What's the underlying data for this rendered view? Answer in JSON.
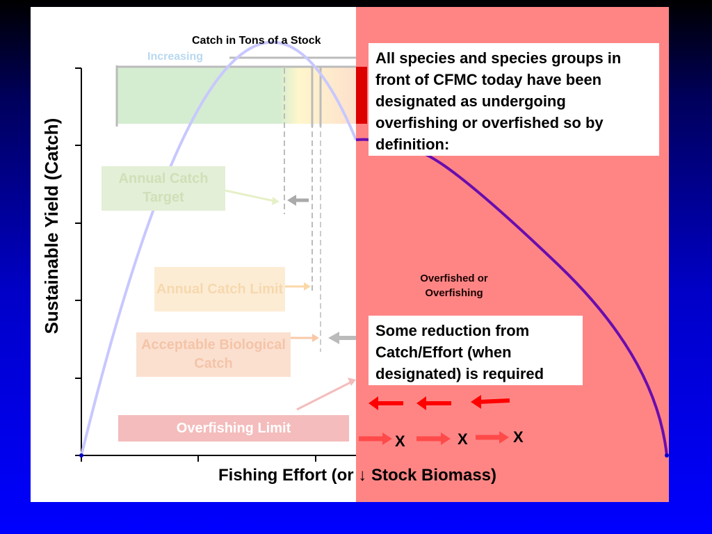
{
  "chart": {
    "top_caption": "Catch in Tons of a Stock",
    "increasing_label": "Increasing",
    "y_axis_label": "Sustainable Yield (Catch)",
    "x_axis_label": "Fishing Effort (or ↓ Stock Biomass)"
  },
  "reference_points": {
    "annual_catch_target": "Annual Catch Target",
    "annual_catch_limit": "Annual Catch Limit",
    "acceptable_biological_catch": "Acceptable Biological Catch",
    "overfishing_limit": "Overfishing Limit"
  },
  "overlay": {
    "note_1": "All species and species groups in front of CFMC today have been designated as undergoing overfishing or overfished so by definition:",
    "status_label": "Overfished or Overfishing",
    "note_2": "Some reduction from Catch/Effort (when designated) is required",
    "x_marks": [
      "X",
      "X",
      "X"
    ]
  },
  "colors": {
    "curve_light": "#c8c8ff",
    "curve_dark": "#6a0dad",
    "overlay_fill": "#ff8585",
    "arrow_red": "#ff0000",
    "green_zone": "#d4edd0"
  },
  "icons": [
    "left-arrow-icon",
    "right-arrow-icon"
  ]
}
